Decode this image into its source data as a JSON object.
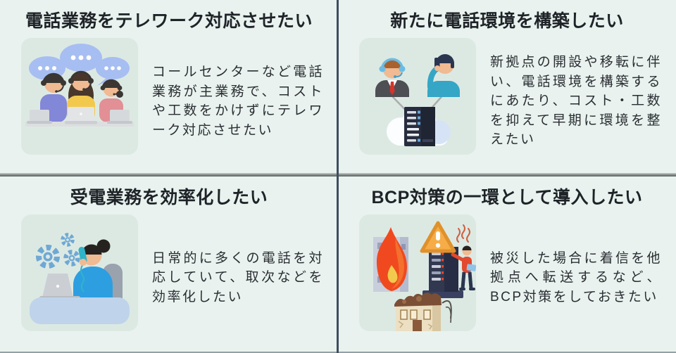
{
  "theme": {
    "page_bg": "#E9F2EE",
    "card_bg": "#DCE9E3",
    "heading_color": "#1E2328",
    "body_color": "#2A2E33",
    "divider_vertical": "#3E4E60",
    "divider_horizontal": "#8F9795",
    "bubble_blue": "#A7BEF2",
    "accent_orange": "#F0491F",
    "accent_yellow": "#F2C94C"
  },
  "quadrants": [
    {
      "id": "telework",
      "title": "電話業務をテレワーク対応させたい",
      "body_lines": [
        "コールセンターなど電話",
        "業務が主業務で、コスト",
        "や工数をかけずにテレワ",
        "ーク対応させたい"
      ],
      "illustration": "call-center-agents"
    },
    {
      "id": "new-environment",
      "title": "新たに電話環境を構築したい",
      "body_lines": [
        "新拠点の開設や移転に伴",
        "い、電話環境を構築する",
        "にあたり、コスト・工数",
        "を抑えて早期に環境を整",
        "えたい"
      ],
      "illustration": "phones-connected-to-cloud-server"
    },
    {
      "id": "incoming-call-efficiency",
      "title": "受電業務を効率化したい",
      "body_lines": [
        "日常的に多くの電話を対",
        "応していて、取次などを",
        "効率化したい"
      ],
      "illustration": "woman-answering-phone-with-gears"
    },
    {
      "id": "bcp",
      "title": "BCP対策の一環として導入したい",
      "body_lines": [
        "被災した場合に着信を他",
        "拠点へ転送するなど、",
        "BCP対策をしておきたい"
      ],
      "illustration": "disaster-burning-and-ruined-buildings"
    }
  ]
}
